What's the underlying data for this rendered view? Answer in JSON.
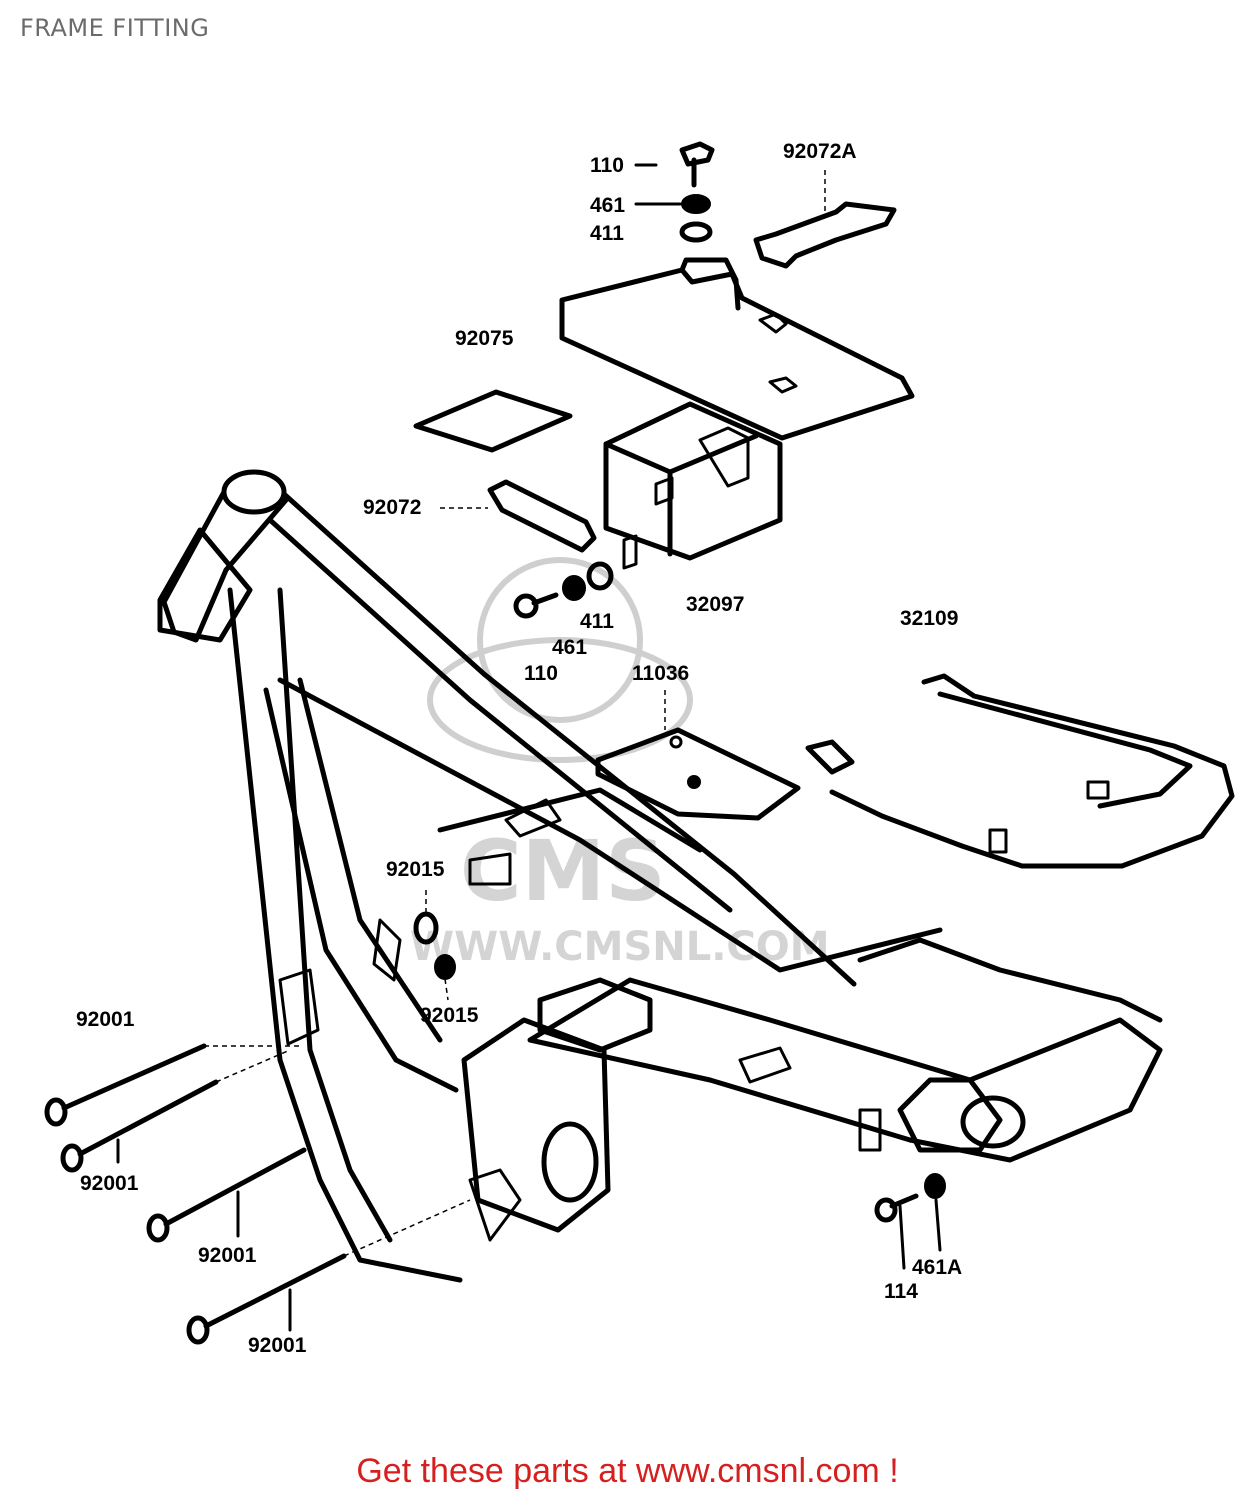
{
  "title": "FRAME FITTING",
  "footer": "Get these parts at www.cmsnl.com !",
  "watermark": {
    "logo_text": "CMS",
    "url_text": "WWW.CMSNL.COM"
  },
  "colors": {
    "title": "#6b6b6b",
    "footer": "#d62020",
    "line": "#000000",
    "watermark": "#d4d4d4"
  },
  "part_labels": {
    "p110_top": "110",
    "p461_top": "461",
    "p411_top": "411",
    "p92072A": "92072A",
    "p92075": "92075",
    "p92072": "92072",
    "p32097": "32097",
    "p411_mid": "411",
    "p461_mid": "461",
    "p110_mid": "110",
    "p11036": "11036",
    "p32109": "32109",
    "p92015_a": "92015",
    "p92015_b": "92015",
    "p92001_a": "92001",
    "p92001_b": "92001",
    "p92001_c": "92001",
    "p92001_d": "92001",
    "p461A": "461A",
    "p114": "114"
  }
}
